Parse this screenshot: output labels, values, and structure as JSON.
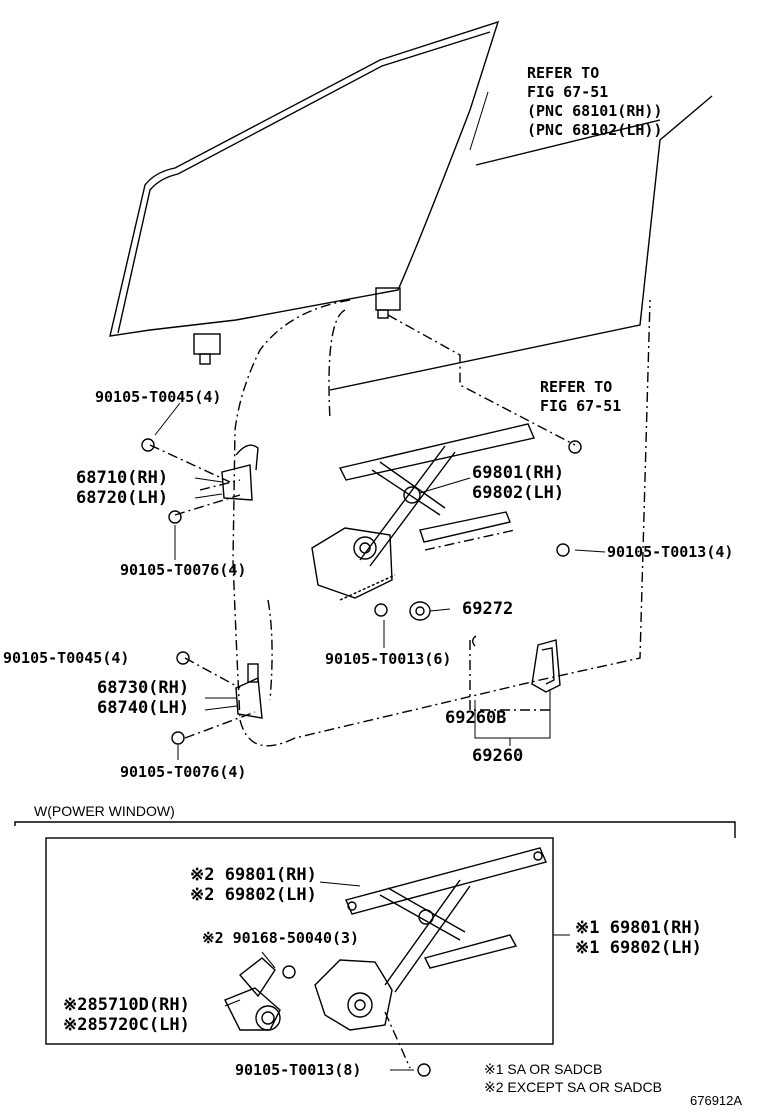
{
  "refer1": {
    "l1": "REFER TO",
    "l2": "FIG 67-51",
    "l3": "(PNC 68101(RH))",
    "l4": "(PNC 68102(LH))"
  },
  "refer2": {
    "l1": "REFER TO",
    "l2": "FIG 67-51"
  },
  "parts": {
    "bolt_upper_hinge": "90105-T0045(4)",
    "hinge_upper_rh": "68710(RH)",
    "hinge_upper_lh": "68720(LH)",
    "bolt_upper_hinge_lower": "90105-T0076(4)",
    "regulator_rh": "69801(RH)",
    "regulator_lh": "69802(LH)",
    "bolt_regulator": "90105-T0013(4)",
    "washer": "69272",
    "bolt_regulator_lower": "90105-T0013(6)",
    "bolt_lower_hinge": "90105-T0045(4)",
    "hinge_lower_rh": "68730(RH)",
    "hinge_lower_lh": "68740(LH)",
    "bolt_lower_hinge_lower": "90105-T0076(4)",
    "handle_sub": "69260B",
    "handle": "69260"
  },
  "power_window": {
    "section_title": "W(POWER WINDOW)",
    "reg2_rh": "※2 69801(RH)",
    "reg2_lh": "※2 69802(LH)",
    "reg1_rh": "※1 69801(RH)",
    "reg1_lh": "※1 69802(LH)",
    "bolt2": "※2 90168-50040(3)",
    "motor_rh": "※285710D(RH)",
    "motor_lh": "※285720C(LH)",
    "bolt_bottom": "90105-T0013(8)",
    "note1": "※1 SA OR SADCB",
    "note2": "※2 EXCEPT SA OR SADCB"
  },
  "figure_id": "676912A"
}
